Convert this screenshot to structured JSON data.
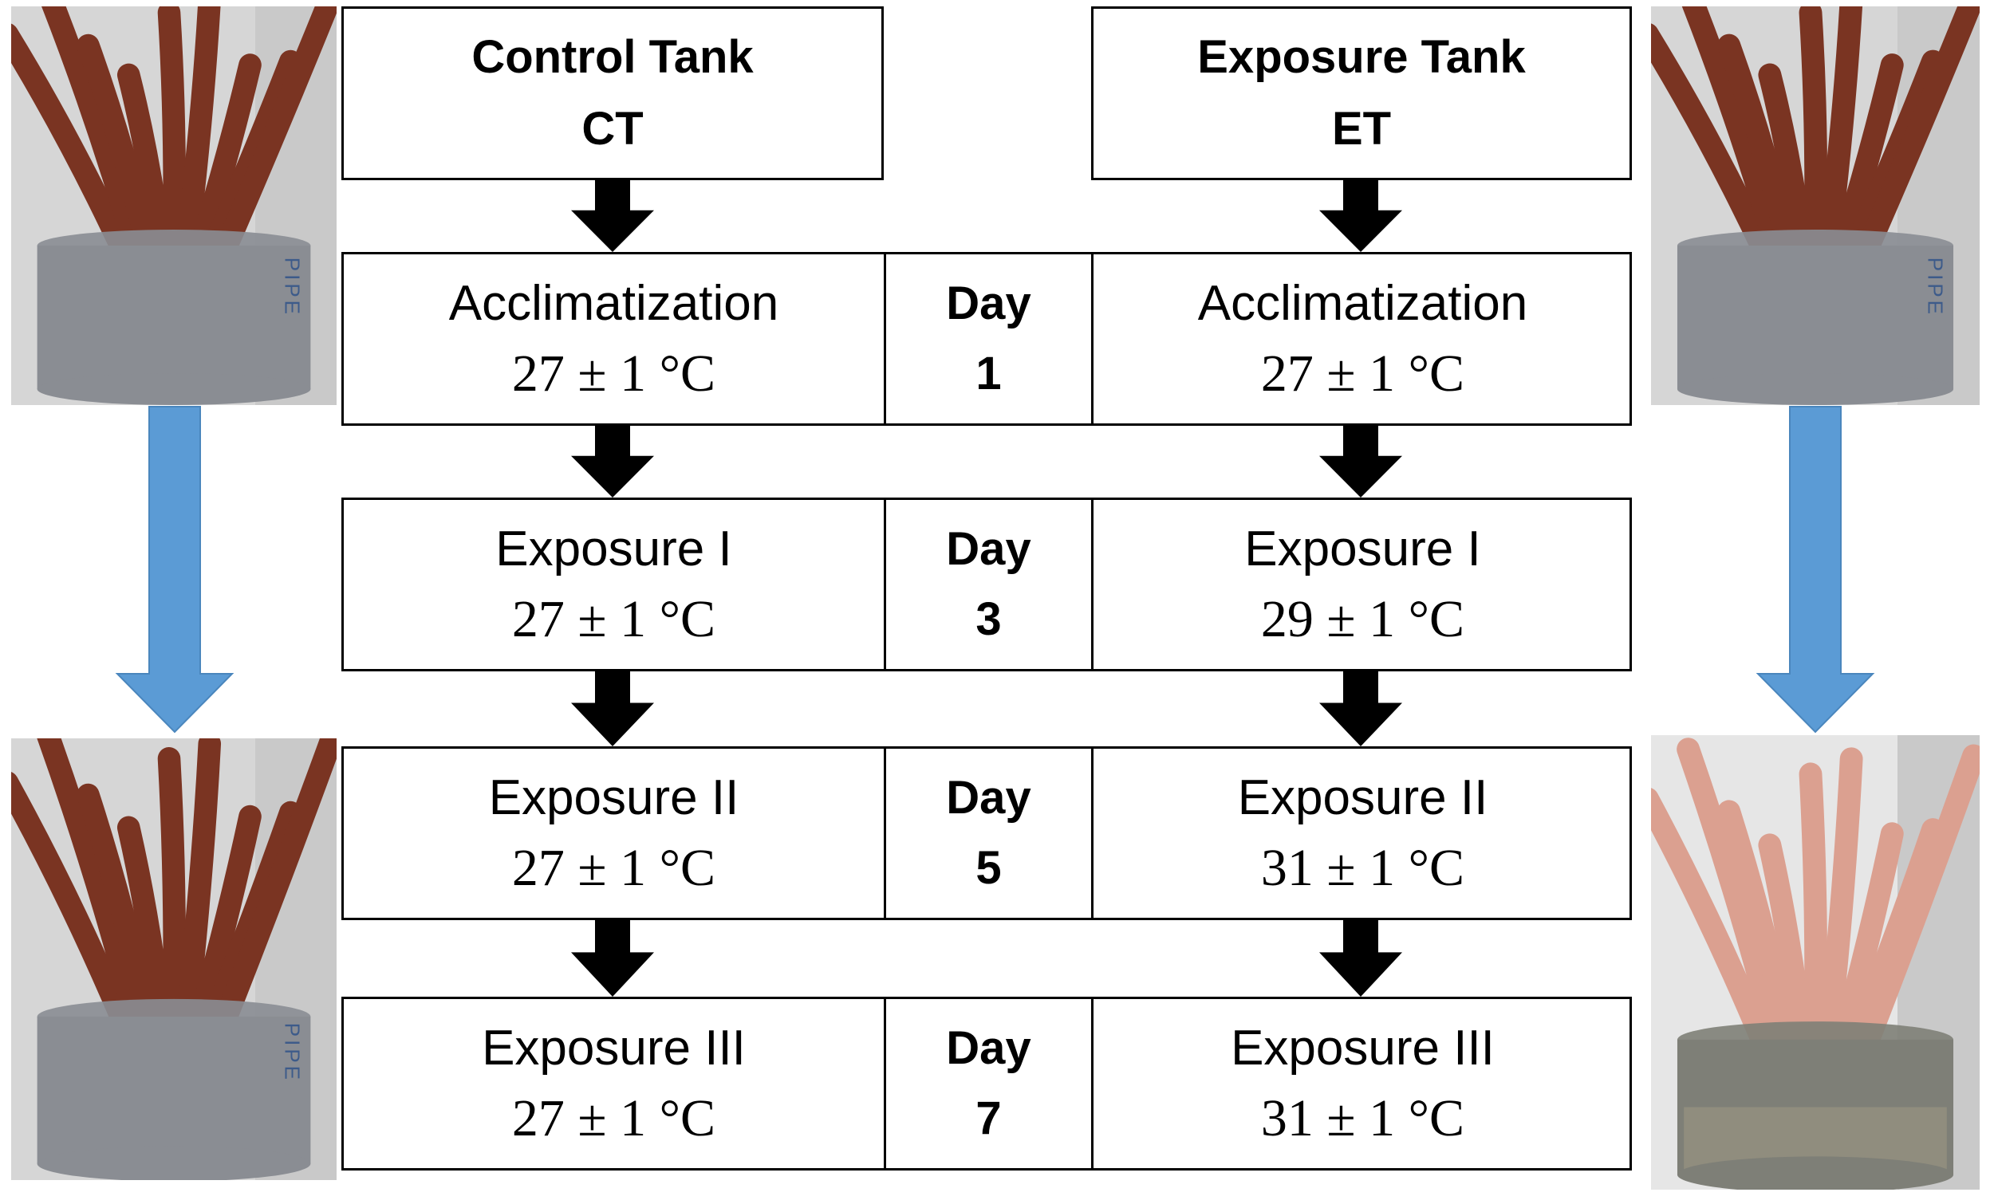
{
  "headers": {
    "control": {
      "title": "Control Tank",
      "abbr": "CT"
    },
    "exposure": {
      "title": "Exposure Tank",
      "abbr": "ET"
    }
  },
  "stages": [
    {
      "control_label": "Acclimatization",
      "control_temp": "27 ± 1 °C",
      "day_label": "Day",
      "day": "1",
      "exposure_label": "Acclimatization",
      "exposure_temp": "27 ± 1 °C"
    },
    {
      "control_label": "Exposure I",
      "control_temp": "27 ± 1 °C",
      "day_label": "Day",
      "day": "3",
      "exposure_label": "Exposure I",
      "exposure_temp": "29 ± 1 °C"
    },
    {
      "control_label": "Exposure II",
      "control_temp": "27 ± 1 °C",
      "day_label": "Day",
      "day": "5",
      "exposure_label": "Exposure II",
      "exposure_temp": "31 ± 1 °C"
    },
    {
      "control_label": "Exposure III",
      "control_temp": "27 ± 1 °C",
      "day_label": "Day",
      "day": "7",
      "exposure_label": "Exposure III",
      "exposure_temp": "31 ± 1 °C"
    }
  ],
  "photo_captions": {
    "pipe_text": "PIPE"
  },
  "colors": {
    "healthy_coral": "#7a3422",
    "bleached_coral": "#dba090",
    "pipe": "#8c8f95",
    "blue_arrow": "#5b9bd5",
    "black_arrow": "#000000"
  }
}
